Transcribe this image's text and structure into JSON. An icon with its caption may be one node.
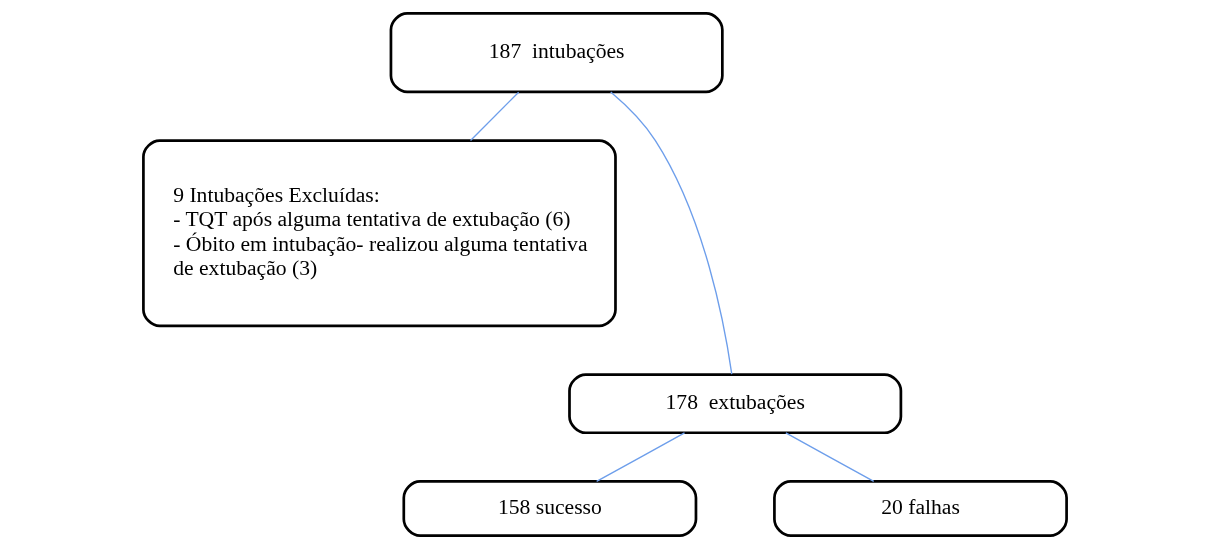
{
  "diagram": {
    "nodes": [
      {
        "text": [
          "187  intubações"
        ]
      },
      {
        "text": [
          "9 Intubações Excluídas: - TQT após alguma tentativa de extubação (6) - Óbito em intubação- realizou alguma tentativa de extubação (3)"
        ]
      },
      {
        "text": [
          "178  extubações"
        ]
      },
      {
        "text": [
          "158 sucesso"
        ]
      },
      {
        "text": [
          "20 falhas"
        ]
      }
    ],
    "edges": [
      {
        "from": 0,
        "to": 2,
        "arrow": "none"
      },
      {
        "from": 0,
        "to": 1,
        "arrow": "none"
      },
      {
        "from": 2,
        "to": 3,
        "arrow": "none"
      },
      {
        "from": 2,
        "to": 4,
        "arrow": "none"
      }
    ]
  }
}
